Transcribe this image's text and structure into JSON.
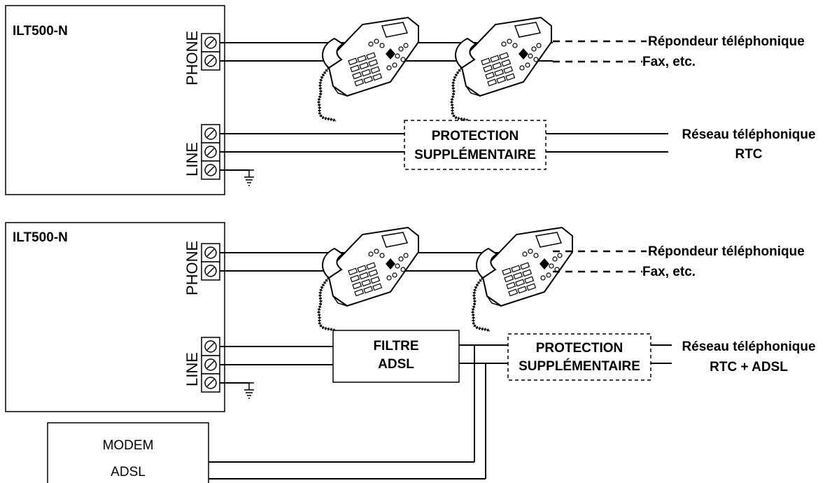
{
  "top": {
    "device_label": "ILT500-N",
    "phone_label": "PHONE",
    "line_label": "LINE",
    "protection_line1": "PROTECTION",
    "protection_line2": "SUPPLÉMENTAIRE",
    "output_label1": "Répondeur téléphonique",
    "output_label2": "Fax, etc.",
    "network_line1": "Réseau téléphonique",
    "network_line2": "RTC"
  },
  "bottom": {
    "device_label": "ILT500-N",
    "phone_label": "PHONE",
    "line_label": "LINE",
    "filter_line1": "FILTRE",
    "filter_line2": "ADSL",
    "protection_line1": "PROTECTION",
    "protection_line2": "SUPPLÉMENTAIRE",
    "output_label1": "Répondeur téléphonique",
    "output_label2": "Fax, etc.",
    "network_line1": "Réseau téléphonique",
    "network_line2": "RTC + ADSL",
    "modem_line1": "MODEM",
    "modem_line2": "ADSL"
  }
}
